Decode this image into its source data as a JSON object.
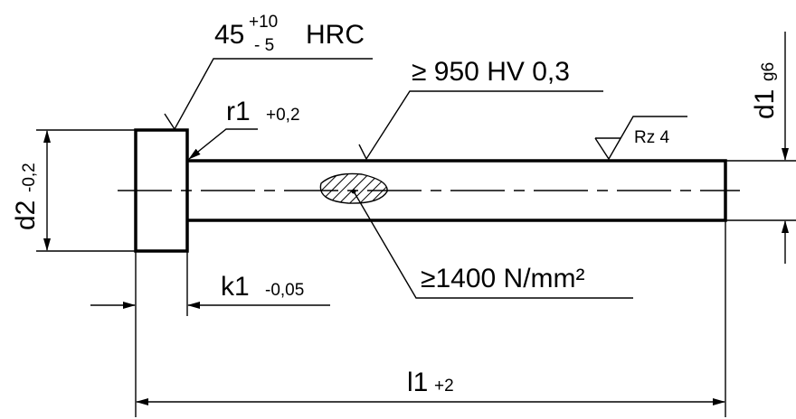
{
  "hardness_head": {
    "value": "45",
    "tol_upper": "+10",
    "tol_lower": "- 5",
    "unit": "HRC"
  },
  "radius": {
    "label": "r1",
    "tol": "+0,2"
  },
  "hardness_shaft": {
    "label": "≥ 950 HV 0,3"
  },
  "roughness": {
    "label": "Rz 4"
  },
  "diameter_head": {
    "label": "d2",
    "tol": "-0,2"
  },
  "diameter_shaft": {
    "label": "d1",
    "tol": "g6"
  },
  "core_strength": {
    "label": "≥1400 N/mm²"
  },
  "head_height": {
    "label": "k1",
    "tol": "-0,05"
  },
  "length": {
    "label": "l1",
    "tol": "+2"
  }
}
